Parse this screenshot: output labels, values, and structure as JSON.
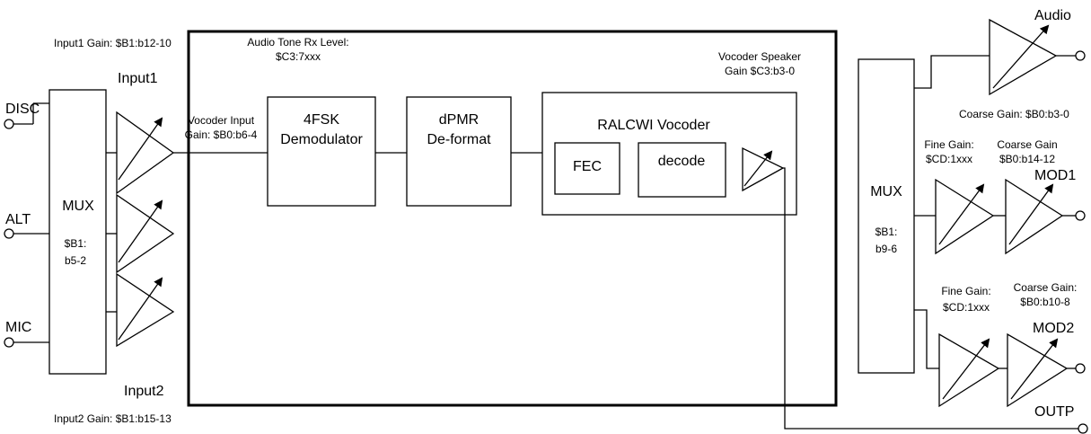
{
  "left": {
    "input1_gain": "Input1 Gain: $B1:b12-10",
    "input2_gain": "Input2 Gain: $B1:b15-13",
    "input1": "Input1",
    "input2": "Input2",
    "disc": "DISC",
    "alt": "ALT",
    "mic": "MIC",
    "mux": {
      "title": "MUX",
      "line1": "$B1:",
      "line2": "b5-2"
    }
  },
  "vocoder_input_gain": {
    "line1": "Vocoder Input",
    "line2": "Gain: $B0:b6-4"
  },
  "audio_tone": {
    "line1": "Audio Tone Rx Level:",
    "line2": "$C3:7xxx"
  },
  "speaker_gain": {
    "line1": "Vocoder Speaker",
    "line2": "Gain $C3:b3-0"
  },
  "demod": {
    "line1": "4FSK",
    "line2": "Demodulator"
  },
  "deformat": {
    "line1": "dPMR",
    "line2": "De-format"
  },
  "vocoder": {
    "title": "RALCWI Vocoder",
    "fec": "FEC",
    "decode": "decode"
  },
  "right": {
    "mux": {
      "title": "MUX",
      "line1": "$B1:",
      "line2": "b9-6"
    },
    "audio": "Audio",
    "coarse_audio": "Coarse Gain: $B0:b3-0",
    "fine1": {
      "line1": "Fine Gain:",
      "line2": "$CD:1xxx"
    },
    "coarse1": {
      "line1": "Coarse Gain",
      "line2": "$B0:b14-12"
    },
    "mod1": "MOD1",
    "fine2": {
      "line1": "Fine Gain:",
      "line2": "$CD:1xxx"
    },
    "coarse2": {
      "line1": "Coarse Gain:",
      "line2": "$B0:b10-8"
    },
    "mod2": "MOD2",
    "outp": "OUTP"
  }
}
